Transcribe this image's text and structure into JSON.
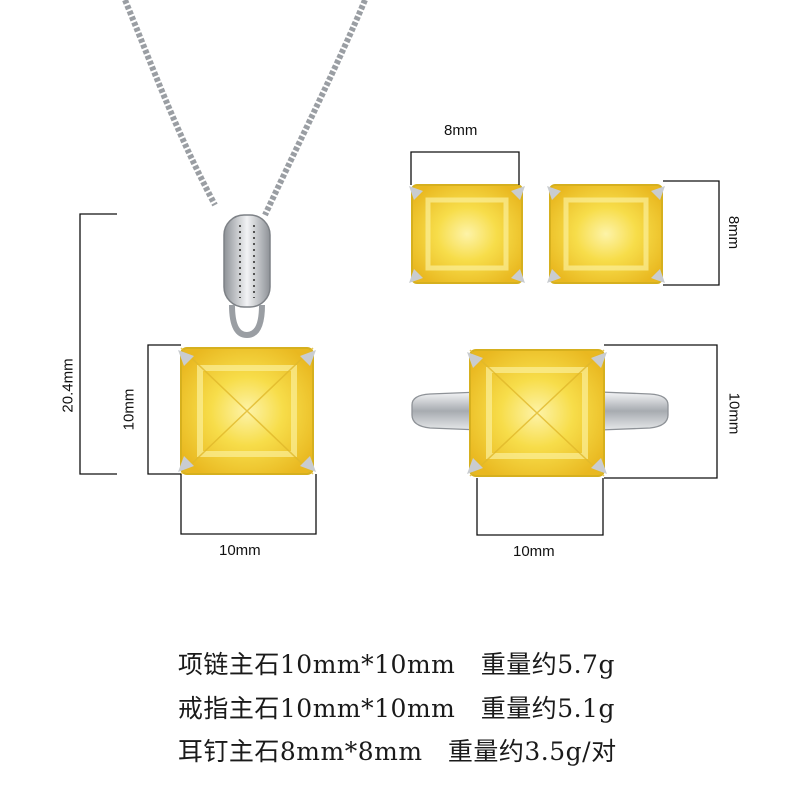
{
  "dimensions": {
    "pendant_total_height": "20.4mm",
    "pendant_stone_height": "10mm",
    "pendant_stone_width": "10mm",
    "earring_width": "8mm",
    "earring_height": "8mm",
    "ring_stone_height": "10mm",
    "ring_stone_width": "10mm"
  },
  "specs": [
    {
      "label": "项链主石10mm*10mm",
      "weight": "重量约5.7g"
    },
    {
      "label": "戒指主石10mm*10mm",
      "weight": "重量约5.1g"
    },
    {
      "label": "耳钉主石8mm*8mm",
      "weight": "重量约3.5g/对"
    }
  ],
  "colors": {
    "gem_yellow": "#f6d640",
    "gem_light": "#fbef9a",
    "metal_silver": "#c9ccd0",
    "line": "#111111"
  },
  "icons": [
    "necklace-image",
    "earring-image",
    "ring-image"
  ]
}
